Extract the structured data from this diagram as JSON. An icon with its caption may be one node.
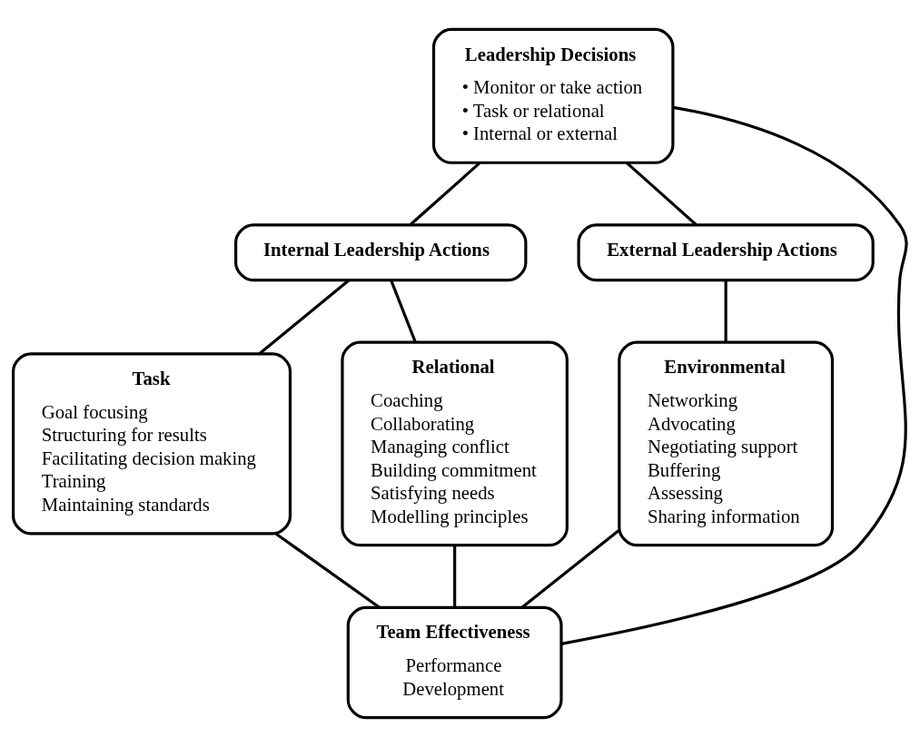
{
  "diagram": {
    "nodes": [
      {
        "text": [
          "Leadership Decisions",
          "• Monitor or take action",
          "• Task or relational",
          "• Internal or external"
        ]
      },
      {
        "text": [
          "Internal Leadership Actions"
        ]
      },
      {
        "text": [
          "External Leadership Actions"
        ]
      },
      {
        "text": [
          "Task",
          "Goal focusing",
          "Structuring for results",
          "Facilitating decision making",
          "Training",
          "Maintaining standards"
        ]
      },
      {
        "text": [
          "Relational",
          "Coaching",
          "Collaborating",
          "Managing conflict",
          "Building commitment",
          "Satisfying needs",
          "Modelling principles"
        ]
      },
      {
        "text": [
          "Environmental",
          "Networking",
          "Advocating",
          "Negotiating support",
          "Buffering",
          "Assessing",
          "Sharing information"
        ]
      },
      {
        "text": [
          "Team Effectiveness",
          "Performance",
          "Development"
        ]
      }
    ],
    "edges": [
      {
        "from": 0,
        "to": 1,
        "arrow": "none"
      },
      {
        "from": 0,
        "to": 2,
        "arrow": "none"
      },
      {
        "from": 1,
        "to": 3,
        "arrow": "none"
      },
      {
        "from": 1,
        "to": 4,
        "arrow": "none"
      },
      {
        "from": 2,
        "to": 5,
        "arrow": "none"
      },
      {
        "from": 3,
        "to": 6,
        "arrow": "none"
      },
      {
        "from": 4,
        "to": 6,
        "arrow": "none"
      },
      {
        "from": 5,
        "to": 6,
        "arrow": "none"
      },
      {
        "from": 0,
        "to": 6,
        "arrow": "none"
      }
    ]
  }
}
